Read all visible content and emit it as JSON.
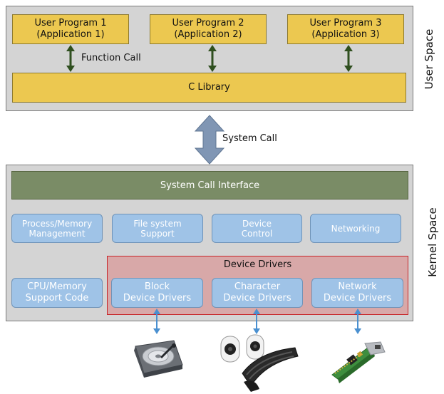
{
  "user_space": {
    "side_label": "User Space",
    "programs": [
      {
        "line1": "User Program 1",
        "line2": "(Application 1)"
      },
      {
        "line1": "User Program 2",
        "line2": "(Application 2)"
      },
      {
        "line1": "User Program 3",
        "line2": "(Application 3)"
      }
    ],
    "function_call_label": "Function Call",
    "c_library_label": "C Library"
  },
  "system_call_label": "System Call",
  "kernel_space": {
    "side_label": "Kernel Space",
    "system_call_interface_label": "System Call Interface",
    "subsystems": [
      {
        "line1": "Process/Memory",
        "line2": "Management"
      },
      {
        "line1": "File system",
        "line2": "Support"
      },
      {
        "line1": "Device",
        "line2": "Control"
      },
      {
        "line1": "Networking",
        "line2": ""
      }
    ],
    "cpu_memory": {
      "line1": "CPU/Memory",
      "line2": "Support Code"
    },
    "device_drivers": {
      "title": "Device Drivers",
      "items": [
        {
          "line1": "Block",
          "line2": "Device Drivers"
        },
        {
          "line1": "Character",
          "line2": "Device Drivers"
        },
        {
          "line1": "Network",
          "line2": "Device Drivers"
        }
      ]
    }
  },
  "hardware": [
    {
      "icon": "hard-disk-icon"
    },
    {
      "icon": "speakers-keyboard-icon"
    },
    {
      "icon": "network-card-icon"
    }
  ],
  "colors": {
    "panel": "#d4d4d4",
    "yellow_box": "#ecc850",
    "green_arrow": "#2f4f1f",
    "blue_box": "#9fc3e7",
    "system_call_interface": "#7a8c66",
    "device_driver_area": "#d8a8a8",
    "device_driver_border": "#c8262a",
    "system_call_arrow": "#8096b4",
    "hardware_arrow": "#4a90d0"
  }
}
